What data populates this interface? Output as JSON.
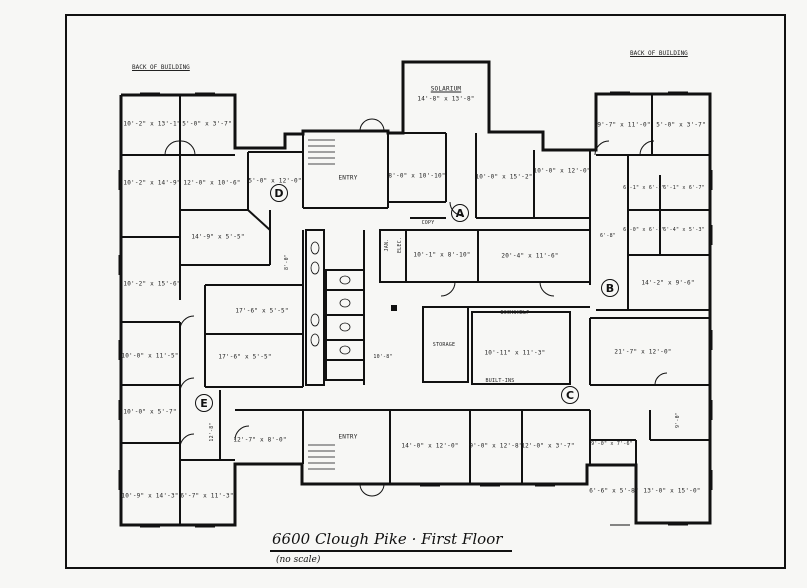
{
  "plan": {
    "title": "6600 Clough Pike · First Floor",
    "subtitle": "(no scale)",
    "back_left": "BACK OF BUILDING",
    "back_right": "BACK OF BUILDING"
  },
  "markers": [
    "A",
    "B",
    "C",
    "D",
    "E"
  ],
  "rooms": {
    "solarium_name": "SOLARIUM",
    "solarium_dim": "14'-8\" x 13'-8\"",
    "entry_top": "ENTRY",
    "entry_bottom": "ENTRY",
    "jan": "JAN.",
    "elec": "ELEC.",
    "copy": "COPY",
    "storage": "STORAGE",
    "bookshelf": "BOOKSHELF",
    "built_ins": "BUILT-INS",
    "r_nw1": "10'-2\" x 13'-1\"",
    "r_nw2": "5'-0\" x 3'-7\"",
    "r_nw3": "10'-2\" x 14'-9\"",
    "r_nw4": "12'-0\" x 10'-6\"",
    "r_nw5": "5'-0\" x 12'-0\"",
    "r_nw6": "14'-9\" x 5'-5\"",
    "r_w1": "10'-2\" x 15'-6\"",
    "r_c1": "17'-6\" x 5'-5\"",
    "r_c2": "8'-0\"",
    "r_w2": "10'-0\" x 11'-5\"",
    "r_c3": "17'-6\" x 5'-5\"",
    "r_w3": "10'-0\" x 5'-7\"",
    "r_w4": "10'-9\" x 14'-3\"",
    "r_w5": "6'-7\" x 11'-3\"",
    "r_sw1": "12'-7\" x 8'-0\"",
    "r_corr": "12'-8\"",
    "r_n1": "8'-0\" x 10'-10\"",
    "r_n2": "10'-0\" x 15'-2\"",
    "r_n3": "10'-0\" x 12'-0\"",
    "r_ne1": "9'-7\" x 11'-0\"",
    "r_ne2": "5'-0\" x 3'-7\"",
    "r_ne3": "6'-1\" x 6'-2\"",
    "r_ne4": "6'-1\" x 6'-7\"",
    "r_ne5": "6'-0\" x 6'-2\"",
    "r_ne6": "6'-4\" x 5'-3\"",
    "r_ne7": "6'-8\"",
    "r_a1": "10'-1\" x 8'-10\"",
    "r_a2": "20'-4\" x 11'-6\"",
    "r_b1": "14'-2\" x 9'-6\"",
    "r_c4": "10'-11\" x 11'-3\"",
    "r_hall": "10'-8\"",
    "r_e1": "21'-7\" x 12'-0\"",
    "r_s1": "14'-0\" x 12'-0\"",
    "r_s2": "9'-0\" x 12'-8\"",
    "r_s3": "12'-0\" x 3'-7\"",
    "r_s4": "9'-0\" x 7'-6\"",
    "r_s5": "9'-0\"",
    "r_se1": "6'-6\" x 5'-8\"",
    "r_se2": "13'-0\" x 15'-0\""
  }
}
